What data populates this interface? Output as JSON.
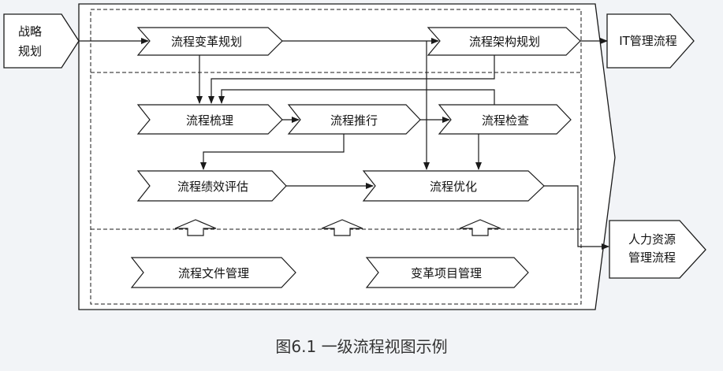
{
  "diagram": {
    "colors": {
      "stroke": "#1a1a1a",
      "fill": "#ffffff",
      "background": "#f2f4f7",
      "text": "#111111",
      "caption": "#333333"
    },
    "input": {
      "line1": "战略",
      "line2": "规划"
    },
    "outputs": {
      "it": "IT管理流程",
      "hr_line1": "人力资源",
      "hr_line2": "管理流程"
    },
    "processes": {
      "change_planning": "流程变革规划",
      "arch_planning": "流程架构规划",
      "sorting": "流程梳理",
      "promotion": "流程推行",
      "inspection": "流程检查",
      "performance": "流程绩效评估",
      "optimization": "流程优化",
      "file_management": "流程文件管理",
      "project_management": "变革项目管理"
    }
  },
  "caption": "图6.1 一级流程视图示例"
}
